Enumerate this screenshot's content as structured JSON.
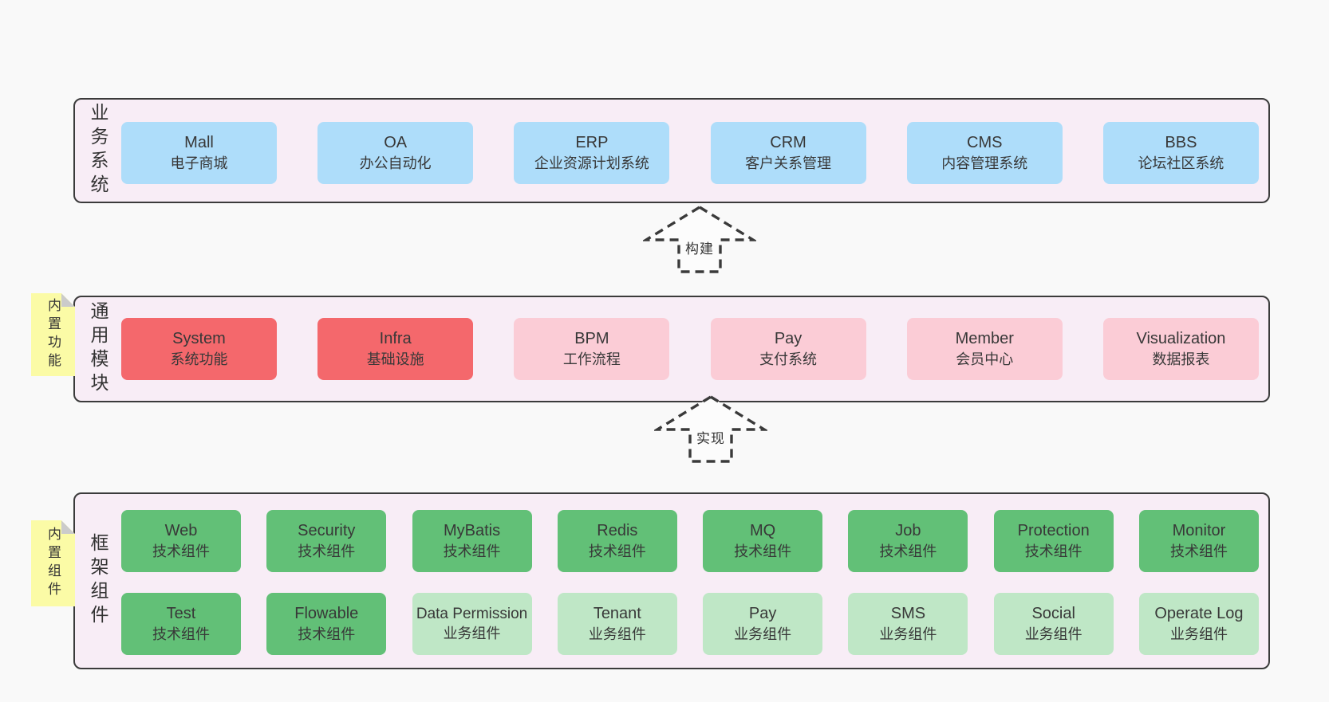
{
  "colors": {
    "page_bg": "#f9f9f9",
    "panel_bg": "#f8edf6",
    "panel_border": "#3b3b3b",
    "box_blue": "#aeddfa",
    "box_red": "#f4686c",
    "box_pink": "#fbccd6",
    "box_green_dark": "#62c077",
    "box_green_light": "#bfe7c6",
    "note_yellow": "#fbfba6",
    "note_fold_gray": "#cbcbcb",
    "text": "#333333"
  },
  "layers": {
    "business": {
      "label": "业务系统",
      "boxes": [
        {
          "title": "Mall",
          "subtitle": "电子商城"
        },
        {
          "title": "OA",
          "subtitle": "办公自动化"
        },
        {
          "title": "ERP",
          "subtitle": "企业资源计划系统"
        },
        {
          "title": "CRM",
          "subtitle": "客户关系管理"
        },
        {
          "title": "CMS",
          "subtitle": "内容管理系统"
        },
        {
          "title": "BBS",
          "subtitle": "论坛社区系统"
        }
      ]
    },
    "modules": {
      "label": "通用模块",
      "note": "内置功能",
      "boxes": [
        {
          "title": "System",
          "subtitle": "系统功能"
        },
        {
          "title": "Infra",
          "subtitle": "基础设施"
        },
        {
          "title": "BPM",
          "subtitle": "工作流程"
        },
        {
          "title": "Pay",
          "subtitle": "支付系统"
        },
        {
          "title": "Member",
          "subtitle": "会员中心"
        },
        {
          "title": "Visualization",
          "subtitle": "数据报表"
        }
      ]
    },
    "components": {
      "label": "框架组件",
      "note": "内置组件",
      "row1": [
        {
          "title": "Web",
          "subtitle": "技术组件"
        },
        {
          "title": "Security",
          "subtitle": "技术组件"
        },
        {
          "title": "MyBatis",
          "subtitle": "技术组件"
        },
        {
          "title": "Redis",
          "subtitle": "技术组件"
        },
        {
          "title": "MQ",
          "subtitle": "技术组件"
        },
        {
          "title": "Job",
          "subtitle": "技术组件"
        },
        {
          "title": "Protection",
          "subtitle": "技术组件"
        },
        {
          "title": "Monitor",
          "subtitle": "技术组件"
        }
      ],
      "row2": [
        {
          "title": "Test",
          "subtitle": "技术组件"
        },
        {
          "title": "Flowable",
          "subtitle": "技术组件"
        },
        {
          "title": "Data Permission",
          "subtitle": "业务组件"
        },
        {
          "title": "Tenant",
          "subtitle": "业务组件"
        },
        {
          "title": "Pay",
          "subtitle": "业务组件"
        },
        {
          "title": "SMS",
          "subtitle": "业务组件"
        },
        {
          "title": "Social",
          "subtitle": "业务组件"
        },
        {
          "title": "Operate Log",
          "subtitle": "业务组件"
        }
      ]
    }
  },
  "arrows": [
    {
      "label": "构建"
    },
    {
      "label": "实现"
    }
  ]
}
